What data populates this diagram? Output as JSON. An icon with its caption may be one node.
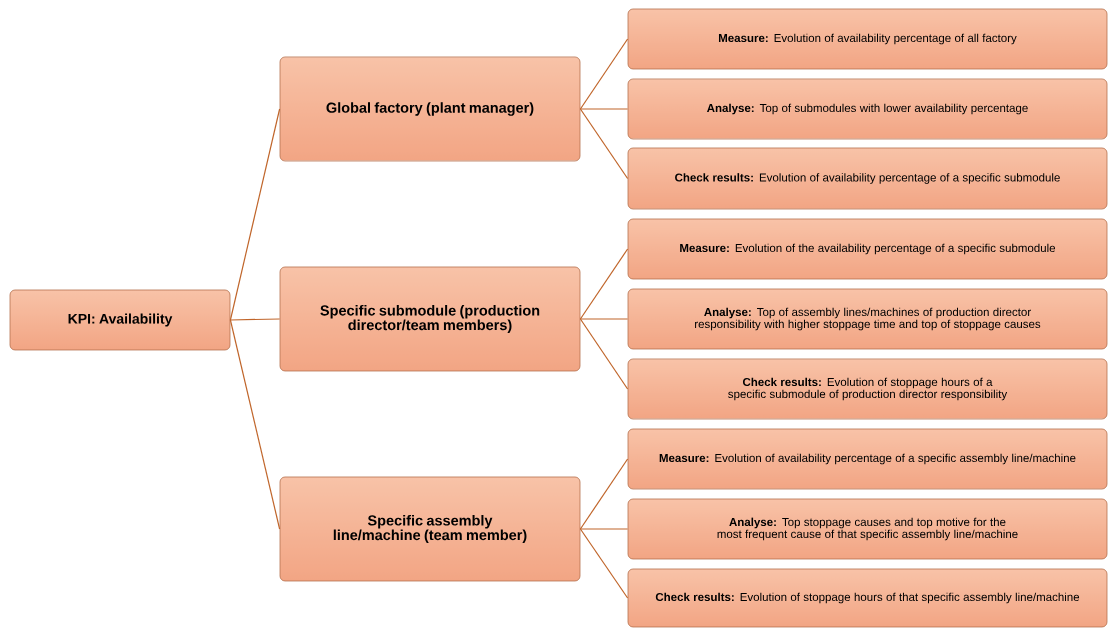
{
  "diagram": {
    "nodes": [
      {
        "text": [
          "KPI: Availability"
        ]
      },
      {
        "text": [
          "Global factory (plant manager)"
        ]
      },
      {
        "text": [
          "**Measure:** Evolution of availability percentage of all factory"
        ]
      },
      {
        "text": [
          "**Analyse:** Top of submodules with lower availability percentage"
        ]
      },
      {
        "text": [
          "**Check results:** Evolution of availability percentage of a specific submodule"
        ]
      },
      {
        "text": [
          "Specific submodule (production director/team members)"
        ]
      },
      {
        "text": [
          "**Measure:** Evolution of the availability percentage of a specific submodule"
        ]
      },
      {
        "text": [
          "**Analyse:** Top of assembly lines/machines of production director responsibility with higher stoppage time and top of stoppage causes"
        ]
      },
      {
        "text": [
          "**Check results:** Evolution of stoppage hours of a specific submodule of production director responsibility"
        ]
      },
      {
        "text": [
          "Specific assembly line/machine (team member)"
        ]
      },
      {
        "text": [
          "**Measure:** Evolution of availability percentage of a specific assembly line/machine"
        ]
      },
      {
        "text": [
          "**Analyse:** Top stoppage causes and top motive for the most frequent cause of that specific assembly line/machine"
        ]
      },
      {
        "text": [
          "**Check results:** Evolution of stoppage hours of that specific assembly line/machine"
        ]
      }
    ],
    "edges": [
      {
        "from": 0,
        "to": 1,
        "arrow": "none"
      },
      {
        "from": 0,
        "to": 5,
        "arrow": "none"
      },
      {
        "from": 0,
        "to": 9,
        "arrow": "none"
      },
      {
        "from": 1,
        "to": 2,
        "arrow": "none"
      },
      {
        "from": 1,
        "to": 3,
        "arrow": "none"
      },
      {
        "from": 1,
        "to": 4,
        "arrow": "none"
      },
      {
        "from": 5,
        "to": 6,
        "arrow": "none"
      },
      {
        "from": 5,
        "to": 7,
        "arrow": "none"
      },
      {
        "from": 5,
        "to": 8,
        "arrow": "none"
      },
      {
        "from": 9,
        "to": 10,
        "arrow": "none"
      },
      {
        "from": 9,
        "to": 11,
        "arrow": "none"
      },
      {
        "from": 9,
        "to": 12,
        "arrow": "none"
      }
    ]
  }
}
